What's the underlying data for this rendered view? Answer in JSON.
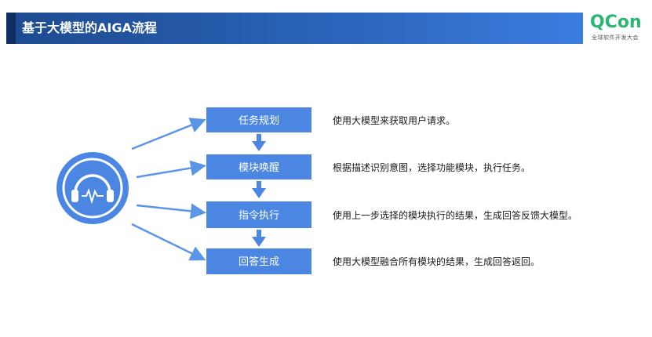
{
  "header": {
    "title": "基于大模型的AIGA流程"
  },
  "logo": {
    "name": "QCon",
    "subtitle": "全球软件开发大会"
  },
  "steps": [
    {
      "label": "任务规划",
      "description": "使用大模型来获取用户请求。"
    },
    {
      "label": "模块唤醒",
      "description": "根据描述识别意图，选择功能模块，执行任务。"
    },
    {
      "label": "指令执行",
      "description": "使用上一步选择的模块执行的结果，生成回答反馈大模型。"
    },
    {
      "label": "回答生成",
      "description": "使用大模型融合所有模块的结果，生成回答返回。"
    }
  ],
  "icons": {
    "source": "headphones-waveform-icon"
  },
  "colors": {
    "header": "#2a63b8",
    "step_box": "#4a86e2",
    "arrow": "#5b95e6",
    "logo": "#2bb673",
    "circle": "#4a86e2"
  }
}
